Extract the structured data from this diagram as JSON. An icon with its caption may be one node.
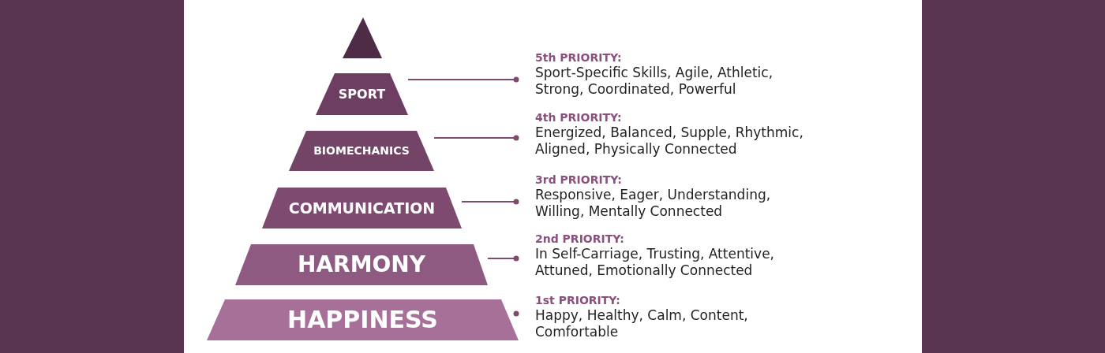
{
  "diagram": {
    "nodes": [
      {
        "text": [
          "SPORT"
        ]
      },
      {
        "text": [
          "5th PRIORITY:",
          "Sport-Specific Skills, Agile, Athletic, Strong, Coordinated, Powerful"
        ]
      },
      {
        "text": [
          "BIOMECHANICS"
        ]
      },
      {
        "text": [
          "4th PRIORITY:",
          "Energized, Balanced, Supple, Rhythmic, Aligned, Physically Connected"
        ]
      },
      {
        "text": [
          "COMMUNICATION"
        ]
      },
      {
        "text": [
          "3rd PRIORITY:",
          "Responsive, Eager, Understanding, Willing, Mentally Connected"
        ]
      },
      {
        "text": [
          "HARMONY"
        ]
      },
      {
        "text": [
          "2nd PRIORITY:",
          "In Self-Carriage, Trusting, Attentive, Attuned, Emotionally Connected"
        ]
      },
      {
        "text": [
          "HAPPINESS"
        ]
      },
      {
        "text": [
          "1st PRIORITY:",
          "Happy, Healthy, Calm, Content, Comfortable"
        ]
      }
    ],
    "edges": [
      {
        "from": 0,
        "to": 1,
        "arrow": "other"
      },
      {
        "from": 2,
        "to": 3,
        "arrow": "other"
      },
      {
        "from": 4,
        "to": 5,
        "arrow": "other"
      },
      {
        "from": 6,
        "to": 7,
        "arrow": "other"
      },
      {
        "from": 8,
        "to": 9,
        "arrow": "other"
      }
    ]
  }
}
